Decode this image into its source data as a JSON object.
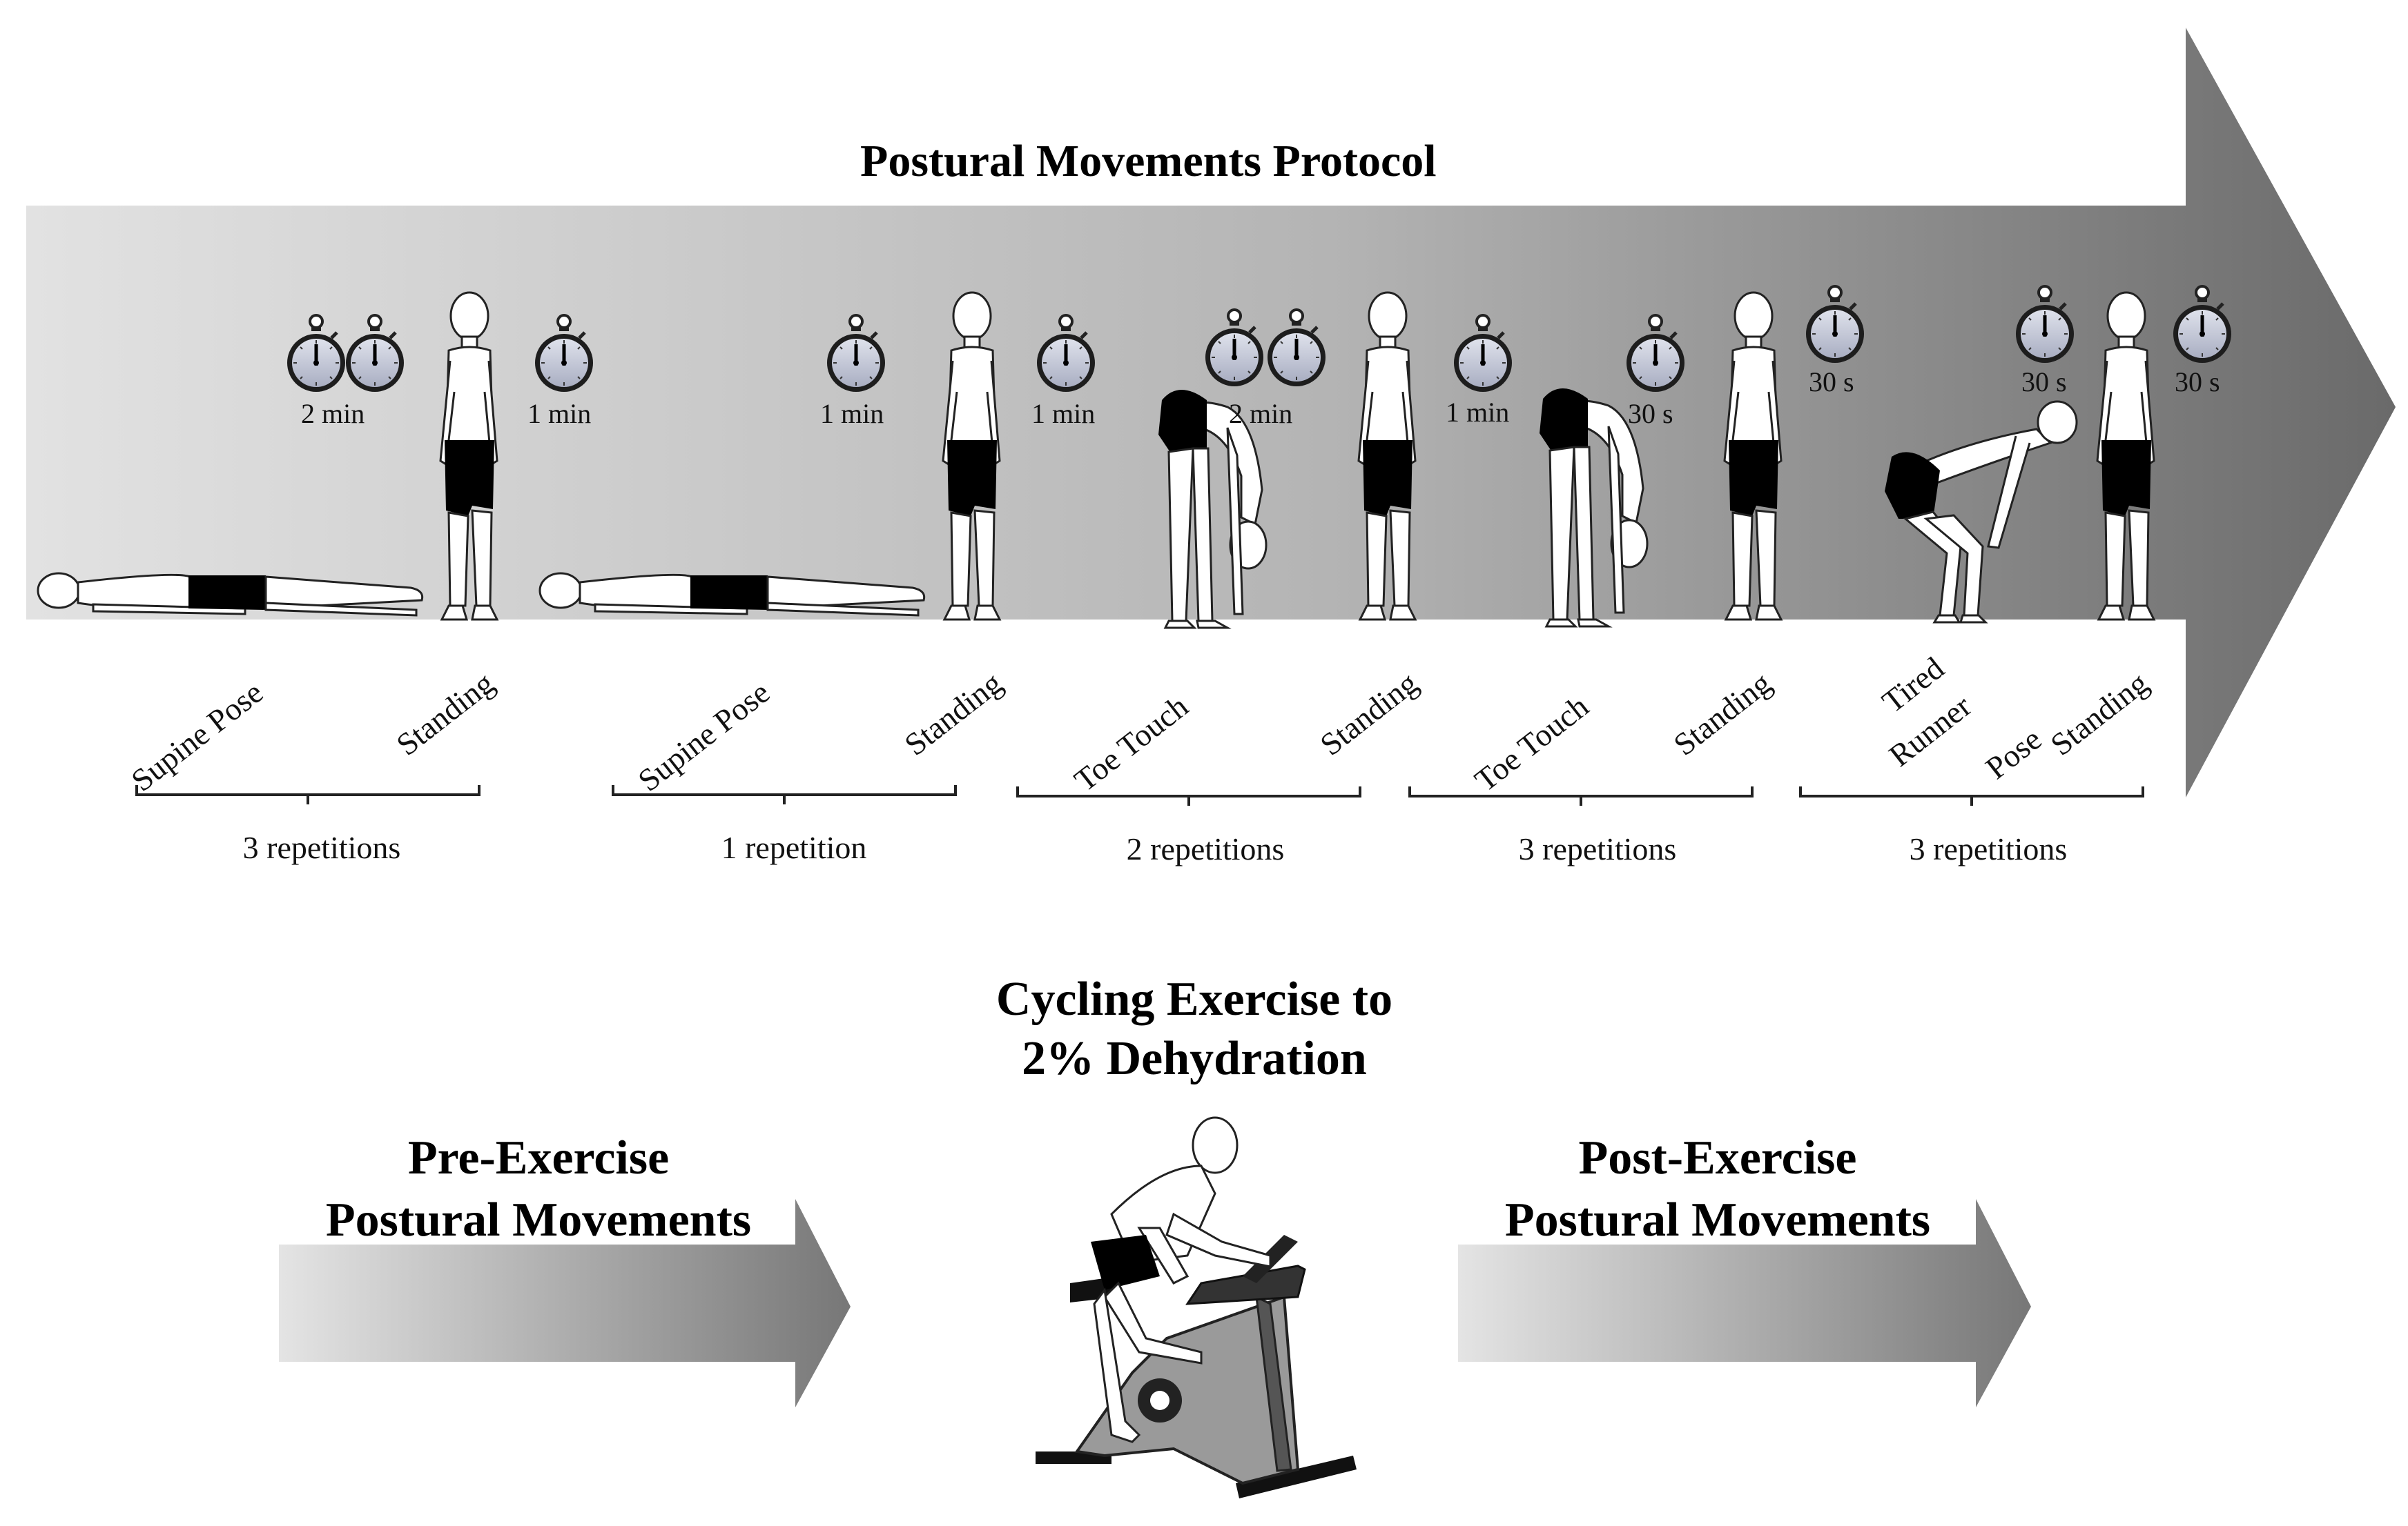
{
  "protocol": {
    "title": "Postural Movements Protocol"
  },
  "pose_labels": [
    {
      "text": "Supine Pose"
    },
    {
      "text": "Standing"
    },
    {
      "text": "Supine Pose"
    },
    {
      "text": "Standing"
    },
    {
      "text": "Toe Touch"
    },
    {
      "text": "Standing"
    },
    {
      "text": "Toe Touch"
    },
    {
      "text": "Standing"
    },
    {
      "text": "Tired"
    },
    {
      "text": "Runner"
    },
    {
      "text": "Pose"
    },
    {
      "text": "Standing"
    }
  ],
  "timers": [
    {
      "text": "2 min"
    },
    {
      "text": "1 min"
    },
    {
      "text": "1 min"
    },
    {
      "text": "1 min"
    },
    {
      "text": "2 min"
    },
    {
      "text": "1 min"
    },
    {
      "text": "30 s"
    },
    {
      "text": "30 s"
    },
    {
      "text": "30 s"
    },
    {
      "text": "30 s"
    }
  ],
  "repetition_groups": [
    {
      "text": "3 repetitions"
    },
    {
      "text": "1 repetition"
    },
    {
      "text": "2 repetitions"
    },
    {
      "text": "3 repetitions"
    },
    {
      "text": "3 repetitions"
    }
  ],
  "workflow": {
    "pre": {
      "line1": "Pre-Exercise",
      "line2": "Postural Movements"
    },
    "cycling": {
      "line1": "Cycling Exercise to",
      "line2": "2% Dehydration"
    },
    "post": {
      "line1": "Post-Exercise",
      "line2": "Postural Movements"
    }
  },
  "colors": {
    "arrow_light": "#e0e0e0",
    "arrow_dark": "#6e6e6e",
    "figure_fill": "#ffffff",
    "shorts": "#000000",
    "stopwatch_face": "#c8ccd8"
  }
}
